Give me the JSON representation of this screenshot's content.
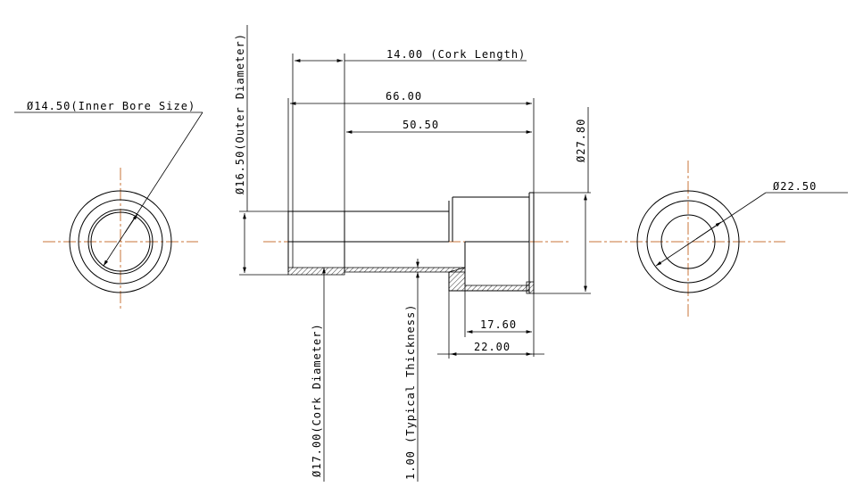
{
  "dimensions": {
    "inner_bore": "Ø14.50(Inner Bore Size)",
    "outer_diameter": "Ø16.50(Outer Diameter)",
    "cork_length": "14.00 (Cork Length)",
    "overall_length": "66.00",
    "length_50": "50.50",
    "dia_27": "Ø27.80",
    "dia_22": "Ø22.50",
    "cork_diameter": "Ø17.00(Cork Diameter)",
    "typical_thickness": "1.00 (Typical Thickness)",
    "len_17": "17.60",
    "len_22": "22.00"
  },
  "colors": {
    "centerline": "#c8743a",
    "line": "#000000"
  }
}
